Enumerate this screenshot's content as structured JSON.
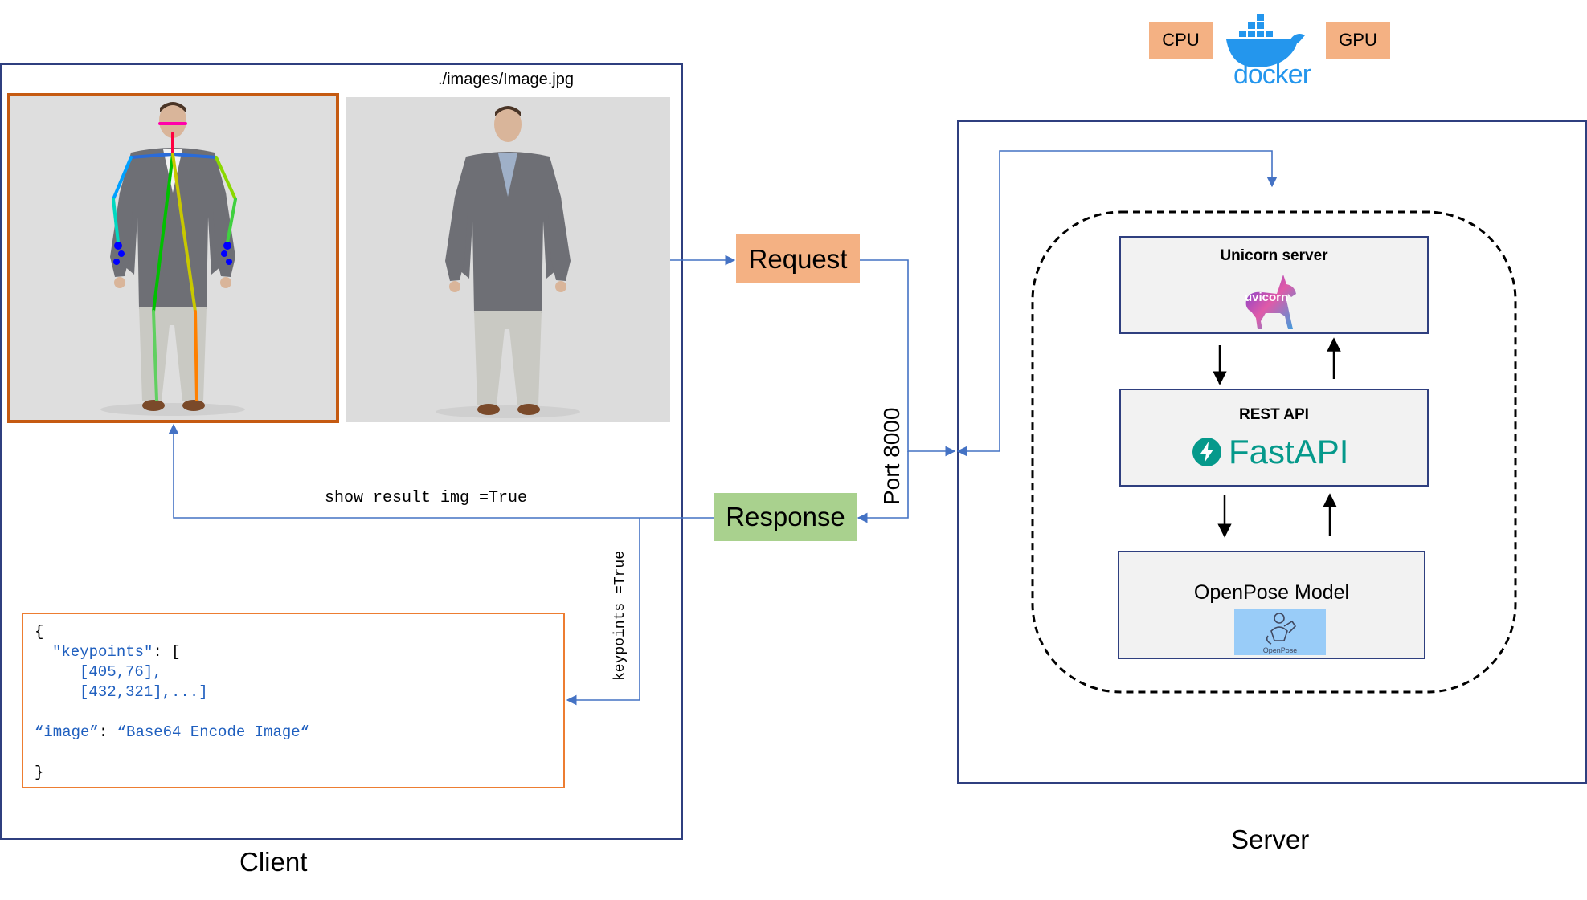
{
  "header": {
    "cpu_label": "CPU",
    "gpu_label": "GPU",
    "docker_text": "docker"
  },
  "client": {
    "title": "Client",
    "image_path": "./images/Image.jpg",
    "show_result_label": "show_result_img =True",
    "keypoints_label": "keypoints =True",
    "json_lines": {
      "open": "{",
      "keypoints_key": "\"keypoints\"",
      "keypoints_rest": ": [",
      "kp1": "[405,76],",
      "kp2": "[432,321],...]",
      "image_key": "“image”",
      "image_sep": ": ",
      "image_value": "“Base64 Encode Image“",
      "close": "}"
    }
  },
  "flow": {
    "request_label": "Request",
    "response_label": "Response",
    "port_label": "Port 8000"
  },
  "server": {
    "title": "Server",
    "uvicorn_title": "Unicorn server",
    "uvicorn_logo_text": "uvicorn",
    "rest_title": "REST API",
    "fastapi_text": "FastAPI",
    "openpose_title": "OpenPose Model",
    "openpose_logo_text": "OpenPose"
  },
  "colors": {
    "accent_orange": "#f4b183",
    "response_green": "#a9d18e",
    "frame_blue": "#2f3f7f",
    "arrow_blue": "#4472c4",
    "result_border": "#c55a11",
    "docker_blue": "#2496ed",
    "fastapi_teal": "#05998b"
  }
}
